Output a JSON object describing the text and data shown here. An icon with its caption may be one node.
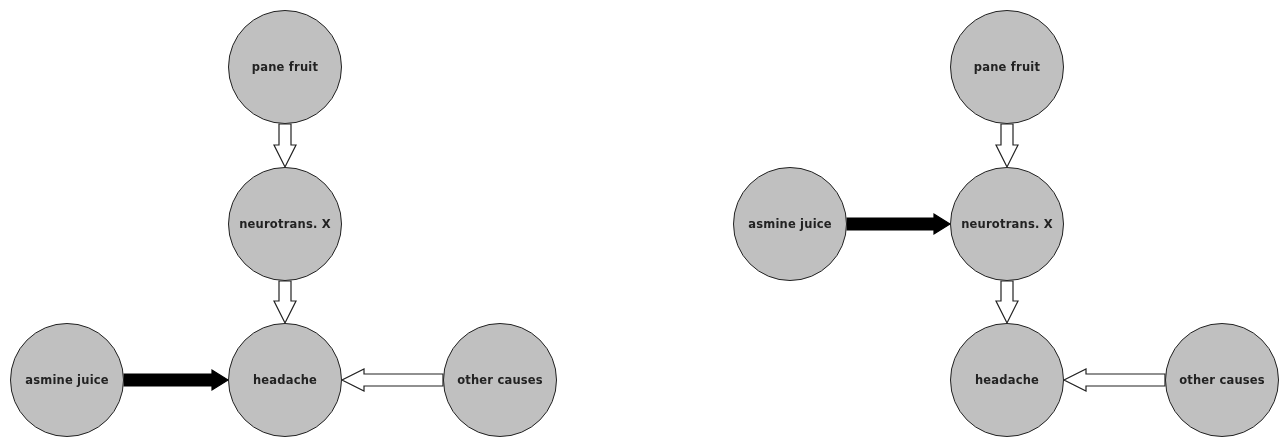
{
  "diagram": {
    "nodes": [
      {
        "text": [
          "pane fruit"
        ]
      },
      {
        "text": [
          "neurotrans. X"
        ]
      },
      {
        "text": [
          "asmine juice"
        ]
      },
      {
        "text": [
          "headache"
        ]
      },
      {
        "text": [
          "other causes"
        ]
      },
      {
        "text": [
          "pane fruit"
        ]
      },
      {
        "text": [
          "asmine juice"
        ]
      },
      {
        "text": [
          "neurotrans. X"
        ]
      },
      {
        "text": [
          "headache"
        ]
      },
      {
        "text": [
          "other causes"
        ]
      }
    ],
    "edges": [
      {
        "from": 0,
        "to": 1,
        "arrow": "to"
      },
      {
        "from": 1,
        "to": 3,
        "arrow": "to"
      },
      {
        "from": 2,
        "to": 3,
        "arrow": "to",
        "color": "#000000"
      },
      {
        "from": 4,
        "to": 3,
        "arrow": "to"
      },
      {
        "from": 5,
        "to": 7,
        "arrow": "to"
      },
      {
        "from": 6,
        "to": 7,
        "arrow": "to",
        "color": "#000000"
      },
      {
        "from": 7,
        "to": 8,
        "arrow": "to"
      },
      {
        "from": 9,
        "to": 8,
        "arrow": "to"
      }
    ]
  }
}
